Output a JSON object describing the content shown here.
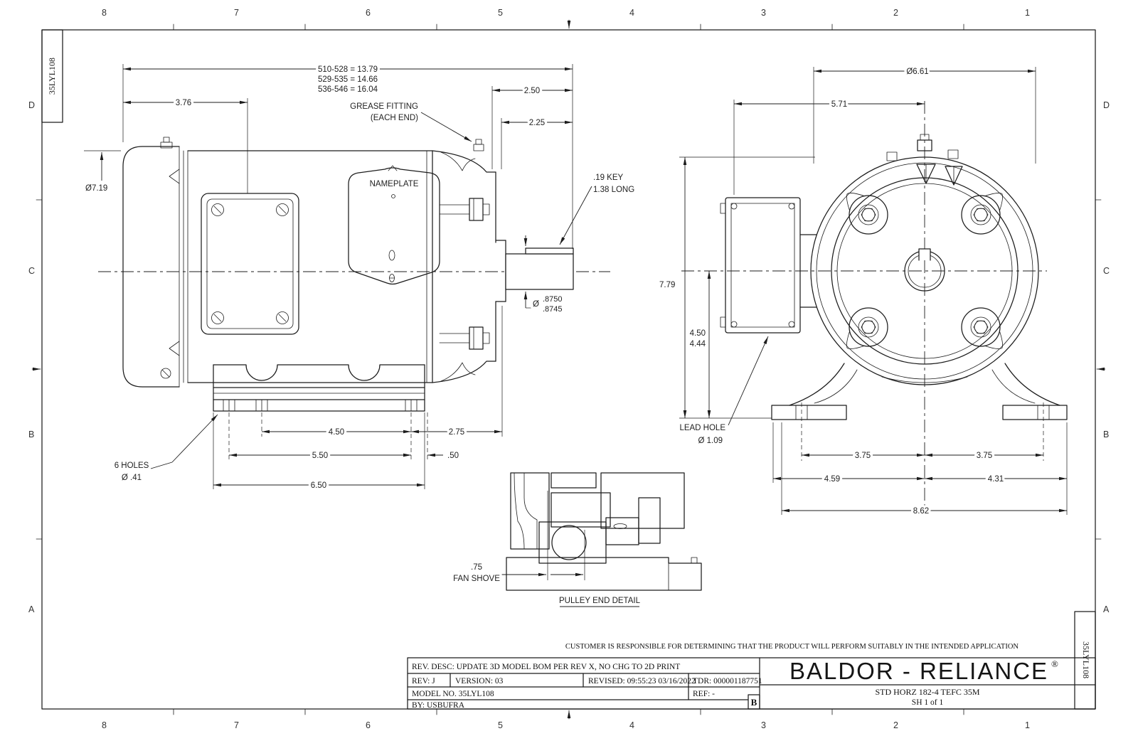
{
  "sheet": {
    "zones": {
      "columns": [
        "8",
        "7",
        "6",
        "5",
        "4",
        "3",
        "2",
        "1"
      ],
      "rows": [
        "D",
        "C",
        "B",
        "A"
      ],
      "tag": "35LYL108"
    },
    "note": "CUSTOMER IS RESPONSIBLE FOR DETERMINING THAT THE PRODUCT WILL PERFORM SUITABLY IN THE INTENDED APPLICATION"
  },
  "side_view": {
    "length_options": [
      "510-528 = 13.79",
      "529-535 = 14.66",
      "536-546 = 16.04"
    ],
    "dim_c_face": "3.76",
    "dim_shaft_ext": "2.50",
    "dim_shaft_usable": "2.25",
    "frame_dia": "Ø7.19",
    "grease_line1": "GREASE FITTING",
    "grease_line2": "(EACH END)",
    "nameplate": "NAMEPLATE",
    "key_line1": ".19 KEY",
    "key_line2": "1.38 LONG",
    "shaft_dia_sym": "Ø",
    "shaft_dia_max": ".8750",
    "shaft_dia_min": ".8745",
    "dim_foot_span": "4.50",
    "dim_foot_to_face": "2.75",
    "dim_holes_span": "5.50",
    "dim_half": ".50",
    "dim_base_len": "6.50",
    "holes_line1": "6 HOLES",
    "holes_line2": "Ø .41"
  },
  "front_view": {
    "dia_cover": "Ø6.61",
    "dim_box_width": "5.71",
    "dim_overall_h": "7.79",
    "dim_d_max": "4.50",
    "dim_d_min": "4.44",
    "lead_hole_line1": "LEAD HOLE",
    "lead_hole_line2": "Ø 1.09",
    "dim_e_left": "3.75",
    "dim_e_right": "3.75",
    "dim_left_half": "4.59",
    "dim_right_half": "4.31",
    "dim_base_width": "8.62"
  },
  "detail_view": {
    "dim_fan": ".75",
    "label_fan": "FAN SHOVE",
    "title": "PULLEY END DETAIL"
  },
  "title_block": {
    "rev_desc": "REV. DESC: UPDATE 3D MODEL BOM PER REV X, NO CHG TO 2D PRINT",
    "rev": "REV:  J",
    "version": "VERSION:  03",
    "revised": "REVISED:  09:55:23 03/16/2022",
    "tdr": "TDR: 000001187751",
    "model_no": "MODEL NO.  35LYL108",
    "ref": "REF:  -",
    "by": "BY: USBUFRA",
    "sheet_size": "B",
    "brand": "BALDOR - RELIANCE",
    "registered": "®",
    "product": "STD HORZ 182-4 TEFC 35M",
    "sheet": "SH 1 of  1"
  }
}
